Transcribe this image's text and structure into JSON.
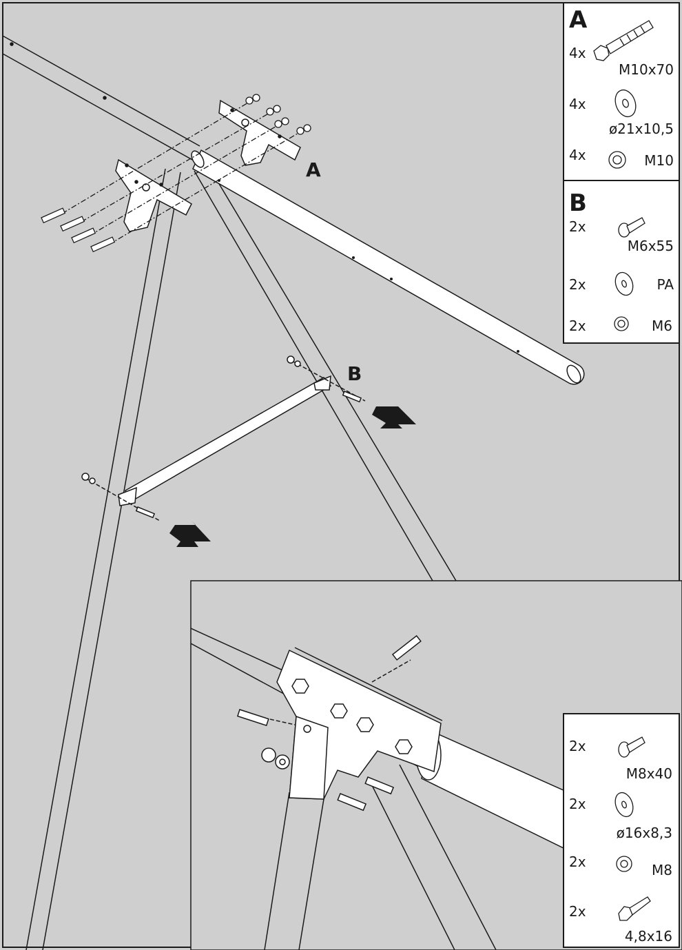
{
  "callouts": {
    "a": "A",
    "b": "B"
  },
  "panel_a": {
    "title": "A",
    "items": [
      {
        "qty": "4x",
        "spec": "M10x70",
        "icon": "hex-bolt-icon"
      },
      {
        "qty": "4x",
        "spec": "ø21x10,5",
        "icon": "washer-icon"
      },
      {
        "qty": "4x",
        "spec": "M10",
        "icon": "nut-icon"
      }
    ]
  },
  "panel_b": {
    "title": "B",
    "items": [
      {
        "qty": "2x",
        "spec": "M6x55",
        "icon": "round-head-bolt-icon"
      },
      {
        "qty": "2x",
        "spec": "PA",
        "icon": "washer-icon"
      },
      {
        "qty": "2x",
        "spec": "M6",
        "icon": "nut-icon"
      }
    ]
  },
  "panel_detail": {
    "items": [
      {
        "qty": "2x",
        "spec": "M8x40",
        "icon": "round-head-bolt-icon"
      },
      {
        "qty": "2x",
        "spec": "ø16x8,3",
        "icon": "washer-icon"
      },
      {
        "qty": "2x",
        "spec": "M8",
        "icon": "nut-icon"
      },
      {
        "qty": "2x",
        "spec": "4,8x16",
        "icon": "wood-screw-icon"
      }
    ]
  },
  "colors": {
    "background": "#cfcfcf",
    "line": "#1a1a1a",
    "part": "#ffffff"
  }
}
